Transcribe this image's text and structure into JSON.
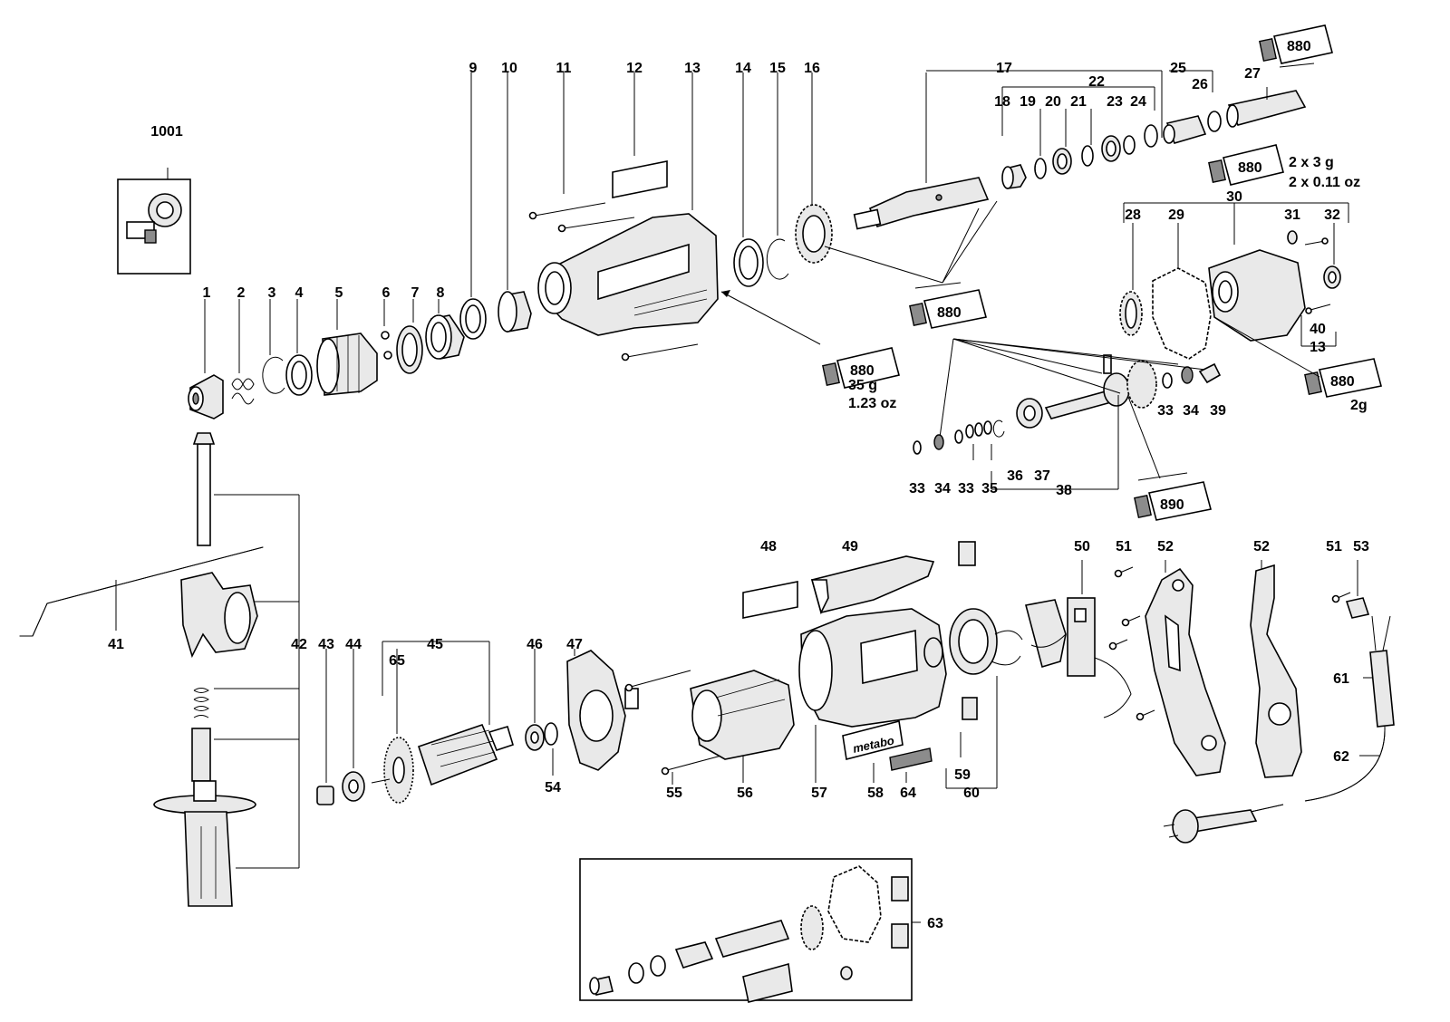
{
  "labels": [
    {
      "id": "p1001",
      "text": "1001"
    },
    {
      "id": "p1",
      "text": "1"
    },
    {
      "id": "p2",
      "text": "2"
    },
    {
      "id": "p3",
      "text": "3"
    },
    {
      "id": "p4",
      "text": "4"
    },
    {
      "id": "p5",
      "text": "5"
    },
    {
      "id": "p6",
      "text": "6"
    },
    {
      "id": "p7",
      "text": "7"
    },
    {
      "id": "p8",
      "text": "8"
    },
    {
      "id": "p9",
      "text": "9"
    },
    {
      "id": "p10",
      "text": "10"
    },
    {
      "id": "p11",
      "text": "11"
    },
    {
      "id": "p12",
      "text": "12"
    },
    {
      "id": "p13",
      "text": "13"
    },
    {
      "id": "p14",
      "text": "14"
    },
    {
      "id": "p15",
      "text": "15"
    },
    {
      "id": "p16",
      "text": "16"
    },
    {
      "id": "p17",
      "text": "17"
    },
    {
      "id": "p18",
      "text": "18"
    },
    {
      "id": "p19",
      "text": "19"
    },
    {
      "id": "p20",
      "text": "20"
    },
    {
      "id": "p21",
      "text": "21"
    },
    {
      "id": "p22",
      "text": "22"
    },
    {
      "id": "p23",
      "text": "23"
    },
    {
      "id": "p24",
      "text": "24"
    },
    {
      "id": "p25",
      "text": "25"
    },
    {
      "id": "p26",
      "text": "26"
    },
    {
      "id": "p27",
      "text": "27"
    },
    {
      "id": "p28",
      "text": "28"
    },
    {
      "id": "p29",
      "text": "29"
    },
    {
      "id": "p30",
      "text": "30"
    },
    {
      "id": "p31",
      "text": "31"
    },
    {
      "id": "p32",
      "text": "32"
    },
    {
      "id": "p40",
      "text": "40"
    },
    {
      "id": "p13b",
      "text": "13"
    },
    {
      "id": "p33a",
      "text": "33"
    },
    {
      "id": "p34a",
      "text": "34"
    },
    {
      "id": "p39",
      "text": "39"
    },
    {
      "id": "p33b",
      "text": "33"
    },
    {
      "id": "p34b",
      "text": "34"
    },
    {
      "id": "p33c",
      "text": "33"
    },
    {
      "id": "p35",
      "text": "35"
    },
    {
      "id": "p36",
      "text": "36"
    },
    {
      "id": "p37",
      "text": "37"
    },
    {
      "id": "p38",
      "text": "38"
    },
    {
      "id": "p41",
      "text": "41"
    },
    {
      "id": "p42",
      "text": "42"
    },
    {
      "id": "p43",
      "text": "43"
    },
    {
      "id": "p44",
      "text": "44"
    },
    {
      "id": "p45",
      "text": "45"
    },
    {
      "id": "p65",
      "text": "65"
    },
    {
      "id": "p46",
      "text": "46"
    },
    {
      "id": "p47",
      "text": "47"
    },
    {
      "id": "p54",
      "text": "54"
    },
    {
      "id": "p55",
      "text": "55"
    },
    {
      "id": "p56",
      "text": "56"
    },
    {
      "id": "p57",
      "text": "57"
    },
    {
      "id": "p48",
      "text": "48"
    },
    {
      "id": "p49",
      "text": "49"
    },
    {
      "id": "p58",
      "text": "58"
    },
    {
      "id": "p64",
      "text": "64"
    },
    {
      "id": "p59",
      "text": "59"
    },
    {
      "id": "p60",
      "text": "60"
    },
    {
      "id": "p50",
      "text": "50"
    },
    {
      "id": "p51a",
      "text": "51"
    },
    {
      "id": "p52a",
      "text": "52"
    },
    {
      "id": "p52b",
      "text": "52"
    },
    {
      "id": "p51b",
      "text": "51"
    },
    {
      "id": "p53",
      "text": "53"
    },
    {
      "id": "p61",
      "text": "61"
    },
    {
      "id": "p62",
      "text": "62"
    },
    {
      "id": "p63",
      "text": "63"
    }
  ],
  "lubricants": [
    {
      "id": "t880a",
      "code": "880"
    },
    {
      "id": "t880b",
      "code": "880"
    },
    {
      "id": "t880c",
      "code": "880"
    },
    {
      "id": "t880d",
      "code": "880"
    },
    {
      "id": "t880e",
      "code": "880"
    },
    {
      "id": "t890",
      "code": "890"
    }
  ],
  "annotations": {
    "qty_main_g": "35 g",
    "qty_main_oz": "1.23 oz",
    "qty_top_g": "2 x 3 g",
    "qty_top_oz": "2 x  0.11 oz",
    "qty_right_g": "2g"
  },
  "brand": {
    "plate_text": "metabo"
  }
}
